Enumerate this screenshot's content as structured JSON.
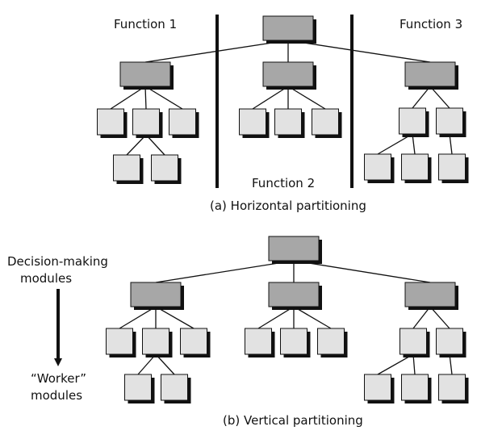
{
  "colors": {
    "upper_box": "#a7a7a7",
    "lower_box": "#e2e2e2",
    "shadow": "#111111",
    "line": "#111111"
  },
  "horizontal": {
    "function1_label": "Function 1",
    "function2_label": "Function 2",
    "function3_label": "Function 3",
    "caption": "(a) Horizontal partitioning"
  },
  "vertical": {
    "decision_label_line1": "Decision-making",
    "decision_label_line2": "modules",
    "worker_label_line1": "“Worker”",
    "worker_label_line2": "modules",
    "caption": "(b) Vertical partitioning"
  }
}
